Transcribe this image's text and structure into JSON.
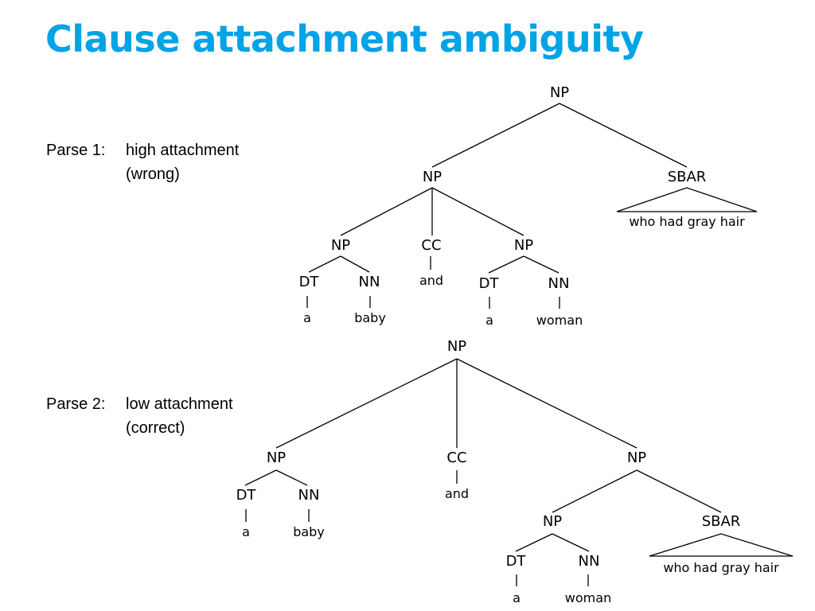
{
  "slide": {
    "title": "Clause attachment ambiguity"
  },
  "parses": [
    {
      "label": "Parse 1:",
      "description": "high attachment",
      "note": "(wrong)"
    },
    {
      "label": "Parse 2:",
      "description": "low attachment",
      "note": "(correct)"
    }
  ],
  "tree1": {
    "root": "NP",
    "np_left": "NP",
    "sbar": "SBAR",
    "sbar_phrase": "who had gray hair",
    "np_baby": "NP",
    "cc": "CC",
    "np_woman": "NP",
    "dt1": "DT",
    "nn1": "NN",
    "w_a1": "a",
    "w_baby": "baby",
    "w_and": "and",
    "dt2": "DT",
    "nn2": "NN",
    "w_a2": "a",
    "w_woman": "woman"
  },
  "tree2": {
    "root": "NP",
    "np_baby": "NP",
    "cc": "CC",
    "np_right": "NP",
    "dt1": "DT",
    "nn1": "NN",
    "w_a1": "a",
    "w_baby": "baby",
    "w_and": "and",
    "np_woman": "NP",
    "sbar": "SBAR",
    "sbar_phrase": "who had gray hair",
    "dt2": "DT",
    "nn2": "NN",
    "w_a2": "a",
    "w_woman": "woman"
  }
}
